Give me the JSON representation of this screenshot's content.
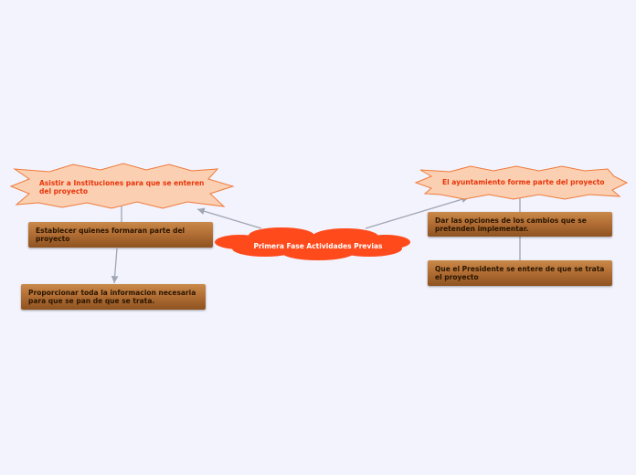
{
  "map": {
    "center": {
      "text": "Primera Fase Actividades Previas"
    },
    "left_topic": {
      "text": "Asistir a Instituciones para que se enteren\ndel proyecto",
      "subtopics": [
        {
          "text": "Establecer quienes formaran parte  del\nproyecto"
        },
        {
          "text": "Proporcionar toda la informacion necesaria\npara que se pan de que se trata."
        }
      ]
    },
    "right_topic": {
      "text": "El ayuntamiento forme parte del proyecto",
      "subtopics": [
        {
          "text": "Dar las opciones de los cambios que se\npretenden implementar."
        },
        {
          "text": "Que el Presidente se entere de que se trata\nel proyecto"
        }
      ]
    }
  },
  "colors": {
    "background": "#f2f3fd",
    "center_fill": "#ff4a1c",
    "star_fill": "#fbd0b2",
    "star_stroke": "#f07a3a",
    "star_text": "#e8340a",
    "box_fill": "#b36f35",
    "box_text": "#2a1500",
    "connector": "#a0a6b3"
  }
}
